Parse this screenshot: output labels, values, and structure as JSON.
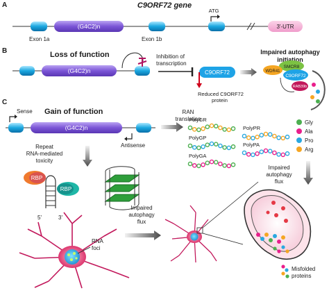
{
  "panel_a": {
    "letter": "A",
    "title": "C9ORF72 gene",
    "exon1a": "Exon 1a",
    "repeat": "(G4C2)n",
    "exon1b": "Exon 1b",
    "atg": "ATG",
    "utr": "3'-UTR"
  },
  "panel_b": {
    "letter": "B",
    "repeat": "(G4C2)n",
    "title": "Loss of function",
    "inhibition_line1": "Inhibition of",
    "inhibition_line2": "transcription",
    "protein": "C9ORF72",
    "reduced_line1": "Reduced C9ORF72",
    "reduced_line2": "protein",
    "impaired_line1": "Impaired autophagy",
    "impaired_line2": "initiation",
    "wdr41": "WDR41",
    "smcr8": "SMCR8",
    "c9orf72": "C9ORF72",
    "rab39b": "RAB39b"
  },
  "panel_c": {
    "letter": "C",
    "sense": "Sense",
    "title": "Gain of function",
    "repeat": "(G4C2)n",
    "antisense": "Antisense",
    "ran_line1": "RAN",
    "ran_line2": "translation",
    "repeat_tox_line1": "Repeat",
    "repeat_tox_line2": "RNA-mediated",
    "repeat_tox_line3": "toxicity",
    "rbp1": "RBP",
    "rbp2": "RBP",
    "five_prime": "5'",
    "three_prime": "3'",
    "polygr": "PolyGR",
    "polygp": "PolyGP",
    "polyga": "PolyGA",
    "polypr": "PolyPR",
    "polypa": "PolyPA",
    "legend": [
      {
        "label": "Gly",
        "color": "#4caf50"
      },
      {
        "label": "Ala",
        "color": "#e91e8c"
      },
      {
        "label": "Pro",
        "color": "#29a8e0"
      },
      {
        "label": "Arg",
        "color": "#f5a623"
      }
    ],
    "impaired_flux_right_1": "Impaired",
    "impaired_flux_right_2": "autophagy",
    "impaired_flux_right_3": "flux",
    "impaired_flux_mid_1": "Impaired",
    "impaired_flux_mid_2": "autophagy",
    "impaired_flux_mid_3": "flux",
    "rna_foci_1": "RNA",
    "rna_foci_2": "foci",
    "misfolded_1": "Misfolded",
    "misfolded_2": "proteins"
  }
}
